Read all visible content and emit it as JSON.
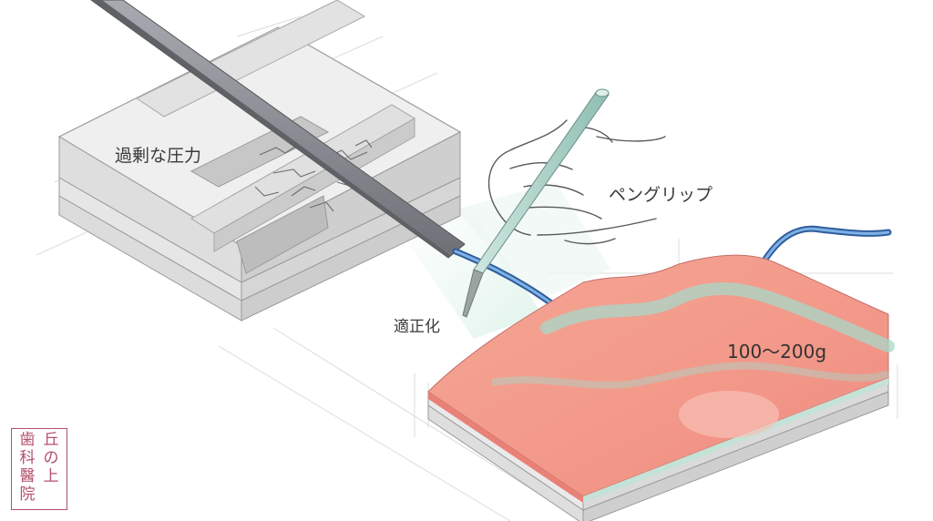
{
  "labels": {
    "excess_pressure": "過剰な圧力",
    "pen_grip": "ペングリップ",
    "proper": "適正化",
    "force_range": "100〜200g"
  },
  "seal": {
    "line1": "丘の上",
    "line2": "歯科醫院"
  },
  "colors": {
    "tissue": "#f3a596",
    "tissue_band": "#a8d8c8",
    "probe_blue": "#4a7fc0",
    "metal_gray": "#8d9096",
    "seal_red": "#b3506a"
  },
  "icons": {
    "excess_probe": "steel-bar-icon",
    "hand": "hand-sketch-icon",
    "tool": "scaler-instrument-icon"
  }
}
